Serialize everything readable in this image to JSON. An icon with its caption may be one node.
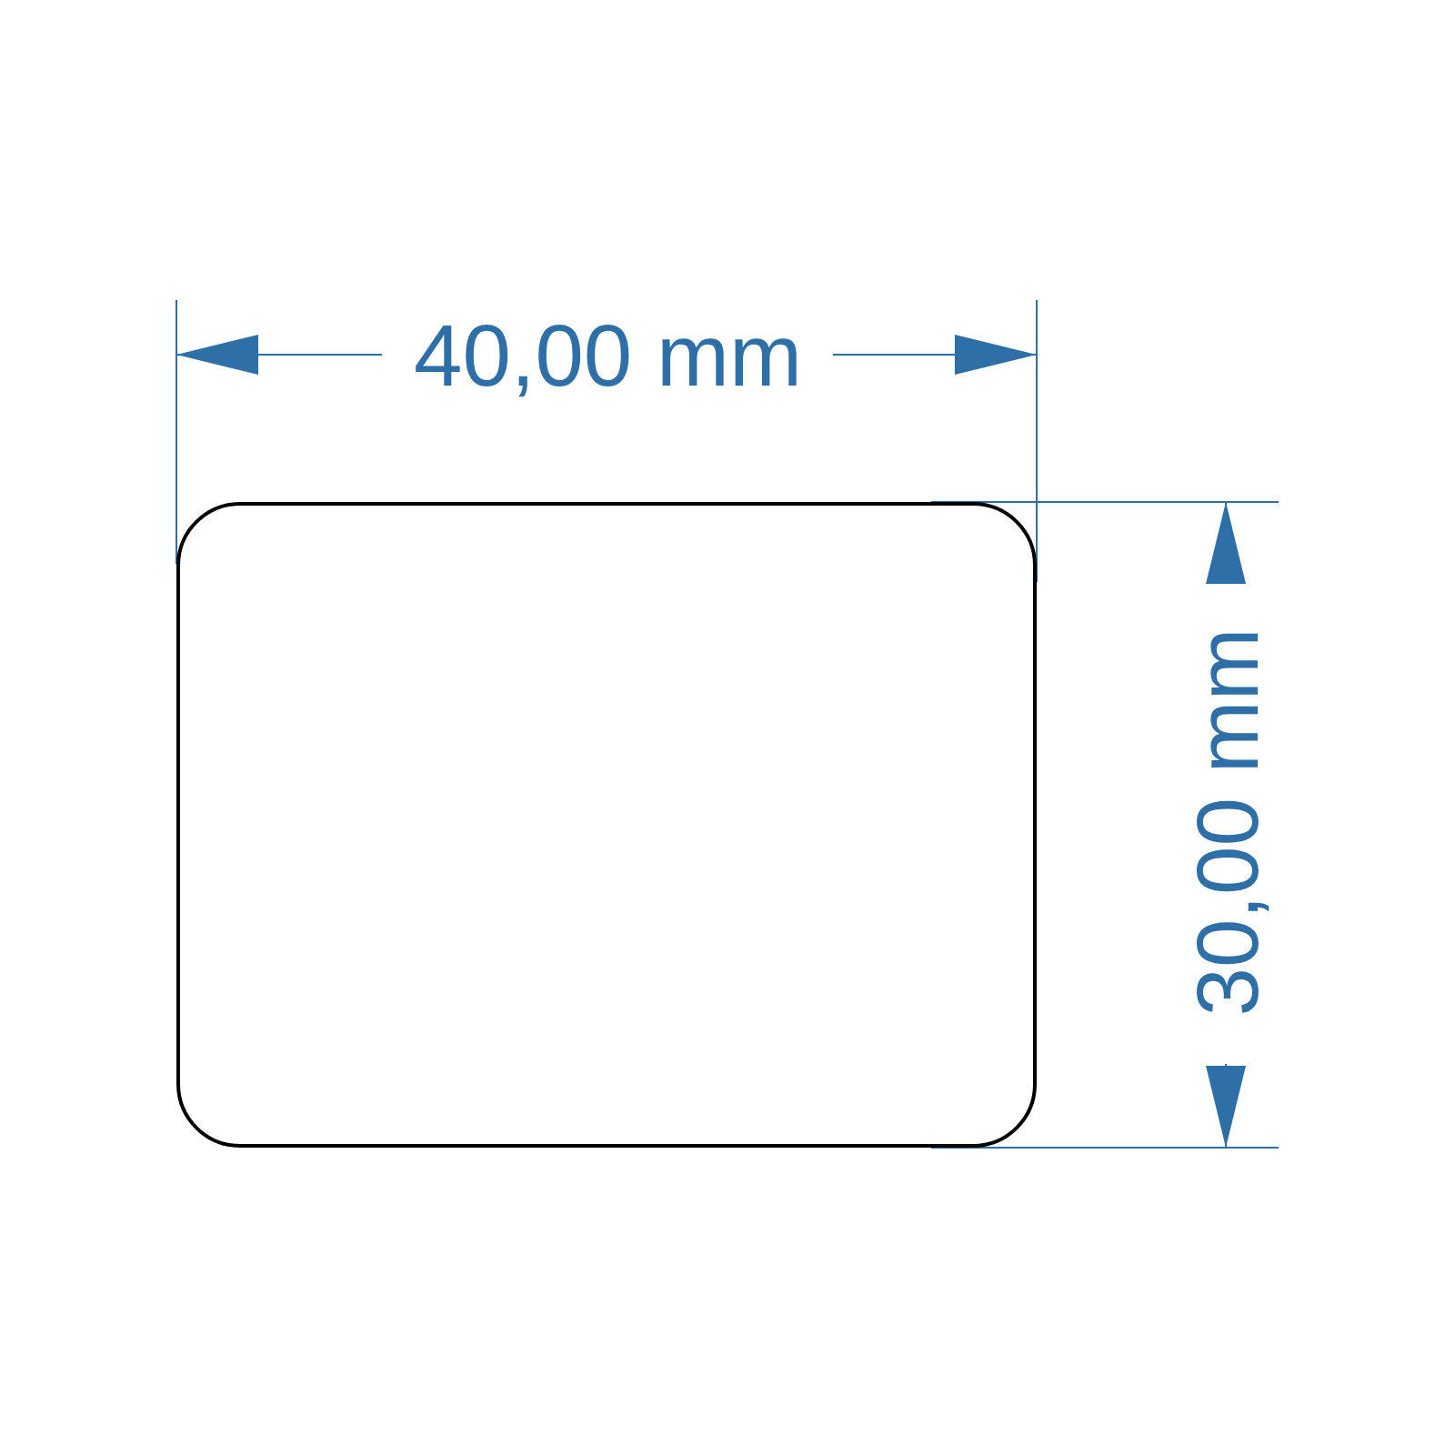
{
  "diagram": {
    "nodes": [
      {
        "text": [],
        "shape": "box"
      }
    ],
    "labels": [
      "40,00 mm",
      "30,00 mm"
    ]
  }
}
